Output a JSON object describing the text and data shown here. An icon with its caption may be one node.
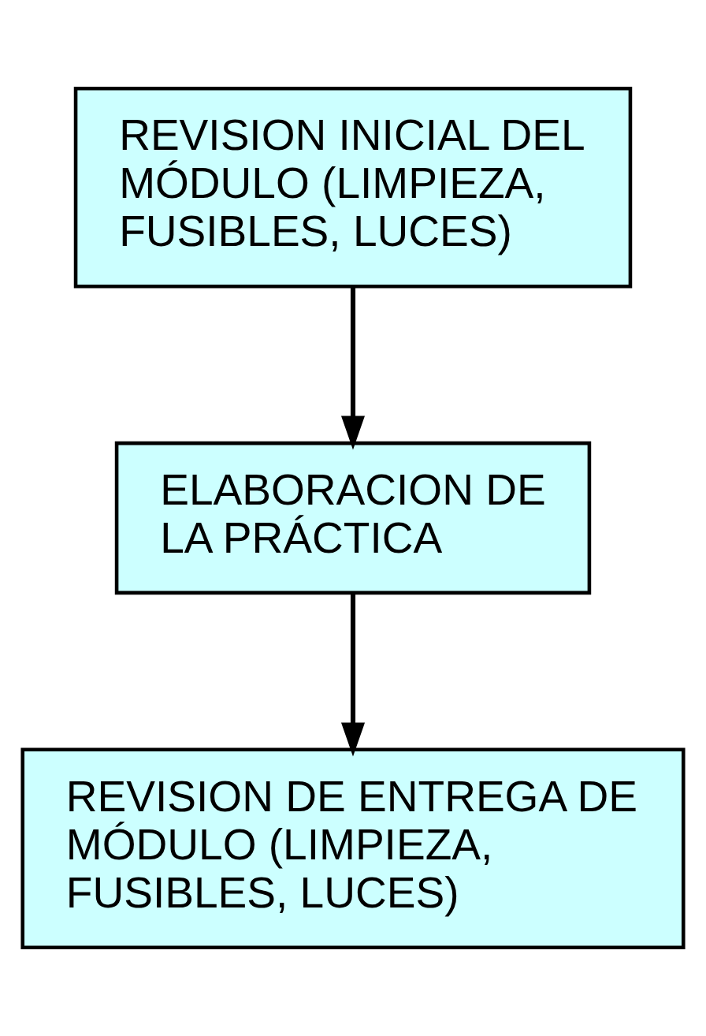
{
  "diagram": {
    "nodes": [
      {
        "text": [
          "REVISION INICIAL DEL MÓDULO (LIMPIEZA, FUSIBLES, LUCES)"
        ]
      },
      {
        "text": [
          "ELABORACION DE LA PRÁCTICA"
        ]
      },
      {
        "text": [
          "REVISION DE ENTREGA DE MÓDULO (LIMPIEZA, FUSIBLES, LUCES)"
        ]
      }
    ],
    "edges": [
      {
        "from": 0,
        "to": 1,
        "arrow": "to"
      },
      {
        "from": 1,
        "to": 2,
        "arrow": "to"
      }
    ]
  }
}
